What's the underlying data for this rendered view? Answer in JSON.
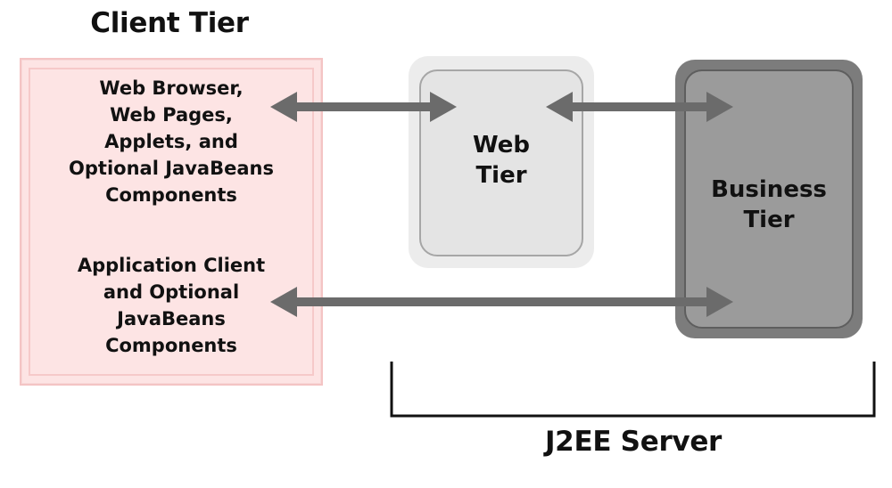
{
  "client_tier": {
    "title": "Client Tier",
    "browser_block": "Web Browser,\nWeb Pages,\nApplets, and\nOptional JavaBeans\nComponents",
    "app_client_block": "Application Client\nand Optional\nJavaBeans\nComponents"
  },
  "web_tier": {
    "label": "Web\nTier"
  },
  "business_tier": {
    "label": "Business\nTier"
  },
  "server": {
    "label": "J2EE Server"
  },
  "colors": {
    "client_fill": "#fde4e4",
    "client_border": "#f4c4c4",
    "web_fill": "#e4e4e4",
    "business_fill": "#9b9b9b",
    "arrow": "#6b6b6b"
  }
}
